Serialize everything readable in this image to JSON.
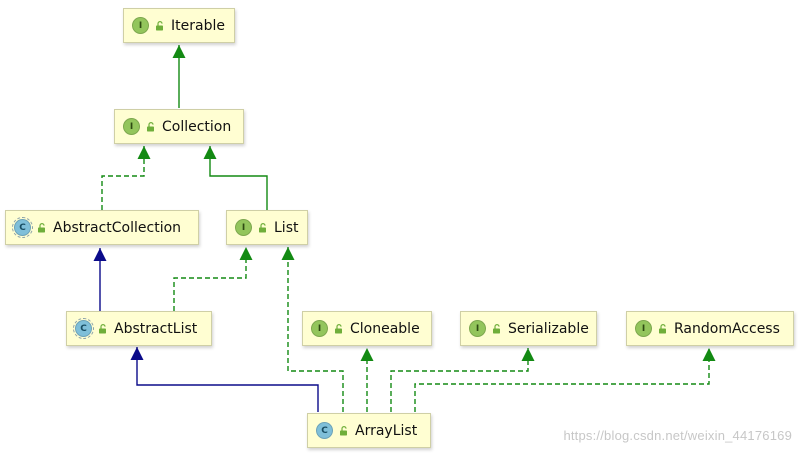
{
  "nodes": [
    {
      "id": "iterable",
      "kind": "interface",
      "badge": "I",
      "label": "Iterable"
    },
    {
      "id": "collection",
      "kind": "interface",
      "badge": "I",
      "label": "Collection"
    },
    {
      "id": "abstract-collection",
      "kind": "abstract-class",
      "badge": "C",
      "label": "AbstractCollection"
    },
    {
      "id": "list",
      "kind": "interface",
      "badge": "I",
      "label": "List"
    },
    {
      "id": "abstract-list",
      "kind": "abstract-class",
      "badge": "C",
      "label": "AbstractList"
    },
    {
      "id": "cloneable",
      "kind": "interface",
      "badge": "I",
      "label": "Cloneable"
    },
    {
      "id": "serializable",
      "kind": "interface",
      "badge": "I",
      "label": "Serializable"
    },
    {
      "id": "random-access",
      "kind": "interface",
      "badge": "I",
      "label": "RandomAccess"
    },
    {
      "id": "array-list",
      "kind": "class",
      "badge": "C",
      "label": "ArrayList"
    }
  ],
  "edges": [
    {
      "from": "collection",
      "to": "iterable",
      "type": "extends"
    },
    {
      "from": "abstract-collection",
      "to": "collection",
      "type": "implements"
    },
    {
      "from": "list",
      "to": "collection",
      "type": "extends"
    },
    {
      "from": "abstract-list",
      "to": "abstract-collection",
      "type": "extends-class"
    },
    {
      "from": "abstract-list",
      "to": "list",
      "type": "implements"
    },
    {
      "from": "array-list",
      "to": "abstract-list",
      "type": "extends-class"
    },
    {
      "from": "array-list",
      "to": "list",
      "type": "implements"
    },
    {
      "from": "array-list",
      "to": "cloneable",
      "type": "implements"
    },
    {
      "from": "array-list",
      "to": "serializable",
      "type": "implements"
    },
    {
      "from": "array-list",
      "to": "random-access",
      "type": "implements"
    }
  ],
  "colors": {
    "node_fill": "#fffed2",
    "interface_edge": "#138a13",
    "class_edge": "#0b0b8a",
    "interface_badge": "#93c55c",
    "class_badge": "#7fbfd9"
  },
  "watermark": "https://blog.csdn.net/weixin_44176169"
}
